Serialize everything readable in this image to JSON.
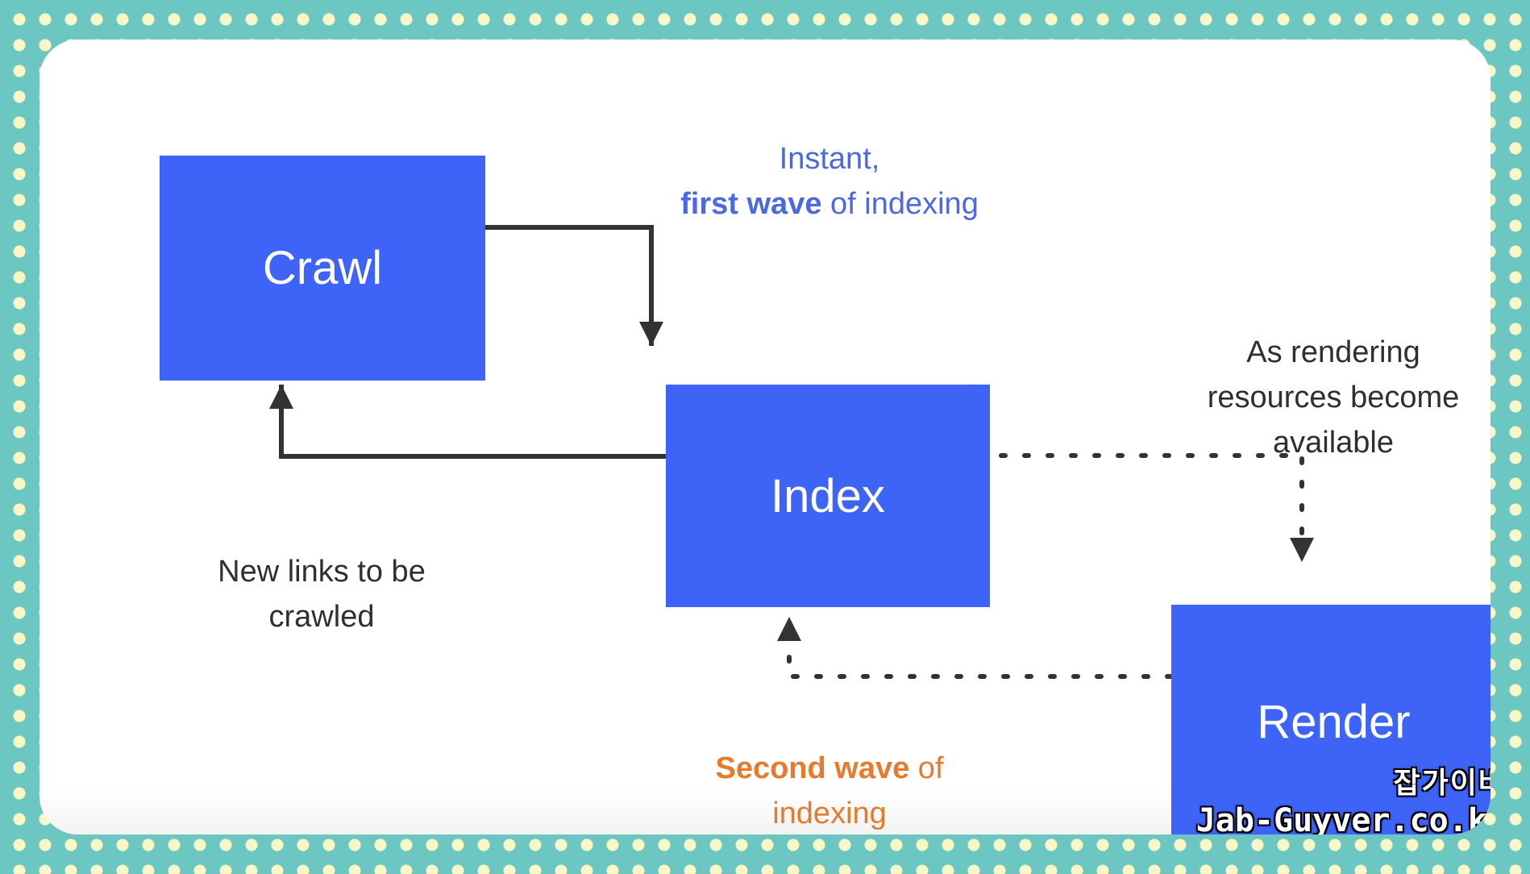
{
  "diagram": {
    "nodes": [
      {
        "id": "crawl",
        "label": "Crawl"
      },
      {
        "id": "index",
        "label": "Index"
      },
      {
        "id": "render",
        "label": "Render"
      }
    ],
    "edges": [
      {
        "from": "crawl",
        "to": "index",
        "style": "solid"
      },
      {
        "from": "index",
        "to": "crawl",
        "style": "solid"
      },
      {
        "from": "index",
        "to": "render",
        "style": "dotted"
      },
      {
        "from": "render",
        "to": "index",
        "style": "dotted"
      }
    ],
    "notes": {
      "instant_line1": "Instant,",
      "instant_bold": "first wave",
      "instant_rest": " of indexing",
      "render_line1": "As rendering",
      "render_line2": "resources become",
      "render_line3": "available",
      "links_line1": "New links to be",
      "links_line2": "crawled",
      "second_bold": "Second wave",
      "second_rest": " of",
      "second_line2": "indexing"
    }
  },
  "watermark": {
    "korean": "잡가이버",
    "domain": "Jab-Guyver.co.kr"
  },
  "colors": {
    "box": "#3d63f7",
    "instant_text": "#4b69e0",
    "second_text": "#e87a2c",
    "arrow": "#333333",
    "background": "#6cc7c2",
    "dots": "#fbf6c6"
  }
}
